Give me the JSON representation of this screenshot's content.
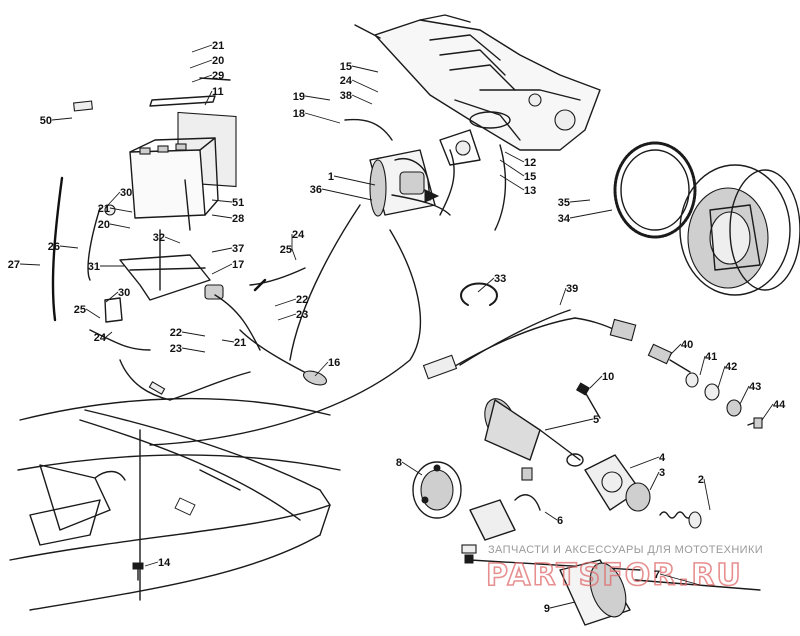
{
  "callouts": [
    {
      "id": "21a",
      "label": "21"
    },
    {
      "id": "20a",
      "label": "20"
    },
    {
      "id": "29",
      "label": "29"
    },
    {
      "id": "11",
      "label": "11"
    },
    {
      "id": "50",
      "label": "50"
    },
    {
      "id": "30a",
      "label": "30"
    },
    {
      "id": "21b",
      "label": "21"
    },
    {
      "id": "20b",
      "label": "20"
    },
    {
      "id": "32",
      "label": "32"
    },
    {
      "id": "28",
      "label": "28"
    },
    {
      "id": "51",
      "label": "51"
    },
    {
      "id": "26",
      "label": "26"
    },
    {
      "id": "27",
      "label": "27"
    },
    {
      "id": "31",
      "label": "31"
    },
    {
      "id": "37",
      "label": "37"
    },
    {
      "id": "17",
      "label": "17"
    },
    {
      "id": "24a",
      "label": "24"
    },
    {
      "id": "25a",
      "label": "25"
    },
    {
      "id": "30b",
      "label": "30"
    },
    {
      "id": "25b",
      "label": "25"
    },
    {
      "id": "24b",
      "label": "24"
    },
    {
      "id": "22a",
      "label": "22"
    },
    {
      "id": "23a",
      "label": "23"
    },
    {
      "id": "22b",
      "label": "22"
    },
    {
      "id": "23b",
      "label": "23"
    },
    {
      "id": "21c",
      "label": "21"
    },
    {
      "id": "16",
      "label": "16"
    },
    {
      "id": "19",
      "label": "19"
    },
    {
      "id": "18",
      "label": "18"
    },
    {
      "id": "1",
      "label": "1"
    },
    {
      "id": "36",
      "label": "36"
    },
    {
      "id": "15a",
      "label": "15"
    },
    {
      "id": "24c",
      "label": "24"
    },
    {
      "id": "38",
      "label": "38"
    },
    {
      "id": "12",
      "label": "12"
    },
    {
      "id": "15b",
      "label": "15"
    },
    {
      "id": "13",
      "label": "13"
    },
    {
      "id": "35",
      "label": "35"
    },
    {
      "id": "34",
      "label": "34"
    },
    {
      "id": "33",
      "label": "33"
    },
    {
      "id": "39",
      "label": "39"
    },
    {
      "id": "40",
      "label": "40"
    },
    {
      "id": "41",
      "label": "41"
    },
    {
      "id": "42",
      "label": "42"
    },
    {
      "id": "43",
      "label": "43"
    },
    {
      "id": "44",
      "label": "44"
    },
    {
      "id": "10",
      "label": "10"
    },
    {
      "id": "5",
      "label": "5"
    },
    {
      "id": "4",
      "label": "4"
    },
    {
      "id": "3",
      "label": "3"
    },
    {
      "id": "2",
      "label": "2"
    },
    {
      "id": "8",
      "label": "8"
    },
    {
      "id": "6",
      "label": "6"
    },
    {
      "id": "7",
      "label": "7"
    },
    {
      "id": "9",
      "label": "9"
    },
    {
      "id": "14",
      "label": "14"
    }
  ],
  "watermark": {
    "caption": "ЗАПЧАСТИ И АКСЕССУАРЫ ДЛЯ МОТОТЕХНИКИ",
    "brand": "PARTSFOR.RU"
  }
}
